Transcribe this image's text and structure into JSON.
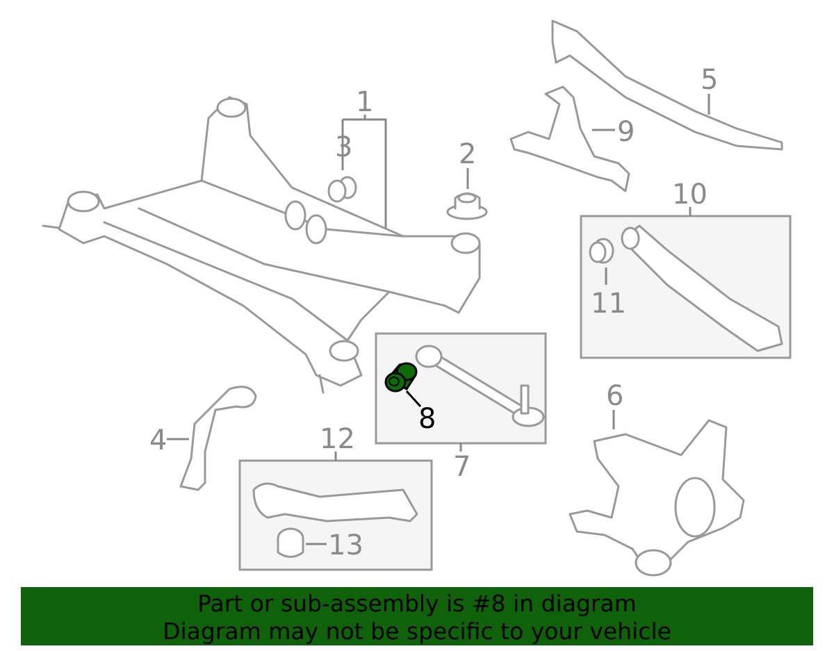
{
  "diagram": {
    "callouts": [
      "1",
      "2",
      "3",
      "4",
      "5",
      "6",
      "7",
      "8",
      "9",
      "10",
      "11",
      "12",
      "13"
    ],
    "highlighted_part": "8",
    "highlight_color": "#0f6a0a"
  },
  "banner": {
    "line1": "Part or sub-assembly is #8 in diagram",
    "line2": "Diagram may not be specific to your vehicle",
    "background": "#0f610a"
  }
}
